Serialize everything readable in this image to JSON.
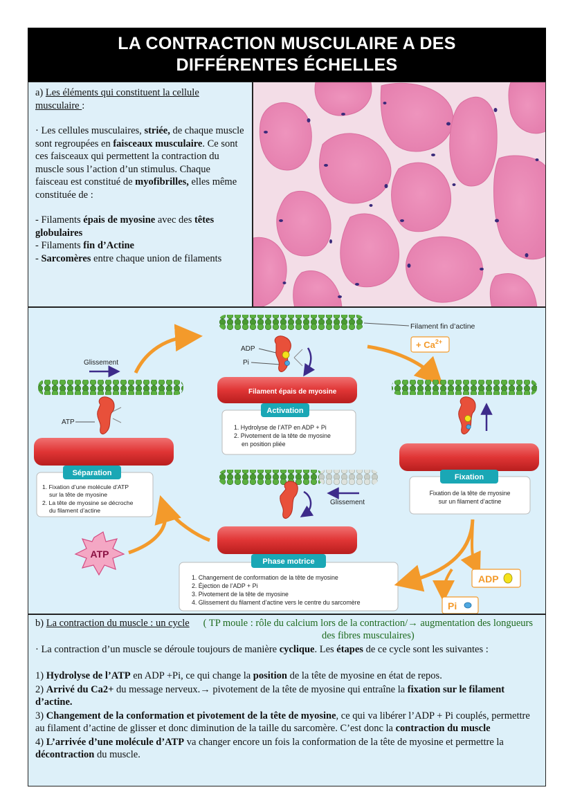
{
  "title": {
    "line1": "LA CONTRACTION MUSCULAIRE A DES",
    "line2": "DIFFÉRENTES ÉCHELLES"
  },
  "section_a": {
    "heading_prefix": "a) ",
    "heading": "Les éléments qui constituent la cellule musculaire ",
    "heading_suffix": ":",
    "intro_1": "· Les cellules musculaires, ",
    "intro_b1": "striée,",
    "intro_2": " de chaque muscle sont regroupées en ",
    "intro_b2": "faisceaux musculaire",
    "intro_3": ". Ce sont ces faisceaux qui permettent la contraction du muscle sous l’action d’un stimulus. Chaque faisceau est constitué de ",
    "intro_b3": "myofibrilles,",
    "intro_4": " elles même constituée de :",
    "items": [
      {
        "a": "- Filaments ",
        "b": "épais de myosine",
        "c": " avec des ",
        "d": "têtes globulaires"
      },
      {
        "a": "- Filaments ",
        "b": "fin d’Actine",
        "c": "",
        "d": ""
      },
      {
        "a": "- ",
        "b": "Sarcomères",
        "c": " entre chaque union de filaments",
        "d": ""
      }
    ]
  },
  "diagram": {
    "actin_label": "Filament fin d’actine",
    "ca_label": "+ Ca",
    "ca_sup": "2+",
    "adp_label": "ADP",
    "pi_label": "Pi",
    "myosin_label": "Filament épais de myosine",
    "glissement_label": "Glissement",
    "atp_label": "ATP",
    "steps": {
      "activation": {
        "name": "Activation",
        "lines": [
          "1. Hydrolyse de l’ATP en ADP + Pi",
          "2. Pivotement de la tête de myosine",
          "en position pliée"
        ]
      },
      "separation": {
        "name": "Séparation",
        "lines": [
          "1. Fixation d’une molécule d’ATP",
          "sur la tête de myosine",
          "2. La tête de myosine se décroche",
          "du filament d’actine"
        ]
      },
      "fixation": {
        "name": "Fixation",
        "lines": [
          "Fixation de la tête de myosine",
          "sur un filament d’actine"
        ]
      },
      "phase_motrice": {
        "name": "Phase motrice",
        "lines": [
          "1. Changement de conformation de la tête de myosine",
          "2. Éjection de l’ADP + Pi",
          "3. Pivotement de la tête de myosine",
          "4. Glissement du filament d’actine vers le centre du sarcomère"
        ]
      }
    },
    "atp_star": "ATP",
    "adp_out": "ADP",
    "pi_out": "Pi"
  },
  "section_b": {
    "heading_prefix": "b) ",
    "heading": "La contraction du muscle : un cycle",
    "tp_note": "( TP moule : rôle du calcium lors de la contraction/→ augmentation des longueurs des fibres musculaires)",
    "intro_1": "· La contraction d’un muscle se déroule toujours de manière ",
    "intro_b1": "cyclique",
    "intro_2": ".  Les ",
    "intro_b2": "étapes",
    "intro_3": " de ce cycle sont les suivantes :",
    "s1_a": "1) ",
    "s1_b": "Hydrolyse de l’ATP",
    "s1_c": " en ADP +Pi, ce qui change la ",
    "s1_d": "position",
    "s1_e": " de la tête de myosine en état de repos.",
    "s2_a": "2) ",
    "s2_b": "Arrivé du Ca2+",
    "s2_c": " du message nerveux.→ pivotement de la tête de myosine qui entraîne la ",
    "s2_d": "fixation sur le filament d’actine.",
    "s3_a": "3) ",
    "s3_b": "Changement de la conformation et pivotement de la tête de myosine",
    "s3_c": ", ce qui va libérer l’ADP + Pi couplés, permettre au filament d’actine de glisser et donc diminution de la taille du sarcomère. C’est donc la ",
    "s3_d": "contraction du muscle",
    "s4_a": "4) ",
    "s4_b": "L’arrivée d’une molécule d’ATP",
    "s4_c": " va changer encore un fois la conformation de la tête de myosine et permettre la ",
    "s4_d": "décontraction",
    "s4_e": " du muscle."
  },
  "colors": {
    "panel_bg": "#dff0f9",
    "actin_green": "#3f8f2a",
    "myosin_red": "#e23a3a",
    "teal_label": "#1aa7b5",
    "arrow_orange": "#f39a2b",
    "tissue_pink": "#e98bb5"
  }
}
